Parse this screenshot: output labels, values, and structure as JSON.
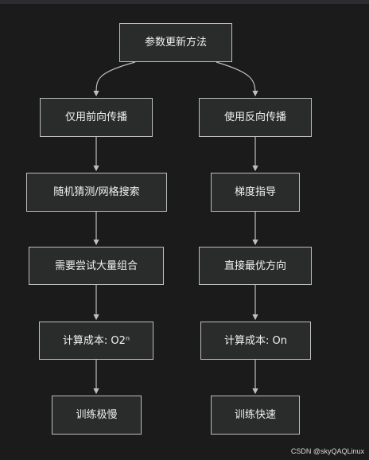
{
  "diagram": {
    "root": {
      "label": "参数更新方法"
    },
    "left_branch": [
      {
        "label": "仅用前向传播"
      },
      {
        "label": "随机猜测/网格搜索"
      },
      {
        "label": "需要尝试大量组合"
      },
      {
        "label": "计算成本: O2ⁿ"
      },
      {
        "label": "训练极慢"
      }
    ],
    "right_branch": [
      {
        "label": "使用反向传播"
      },
      {
        "label": "梯度指导"
      },
      {
        "label": "直接最优方向"
      },
      {
        "label": "计算成本: On"
      },
      {
        "label": "训练快速"
      }
    ],
    "colors": {
      "background": "#1b1b1b",
      "node_fill": "#2a2b2b",
      "node_border": "#bdbdbd",
      "edge": "#bfbfbf",
      "text": "#f2f2f2"
    }
  },
  "watermark": "CSDN @skyQAQLinux"
}
